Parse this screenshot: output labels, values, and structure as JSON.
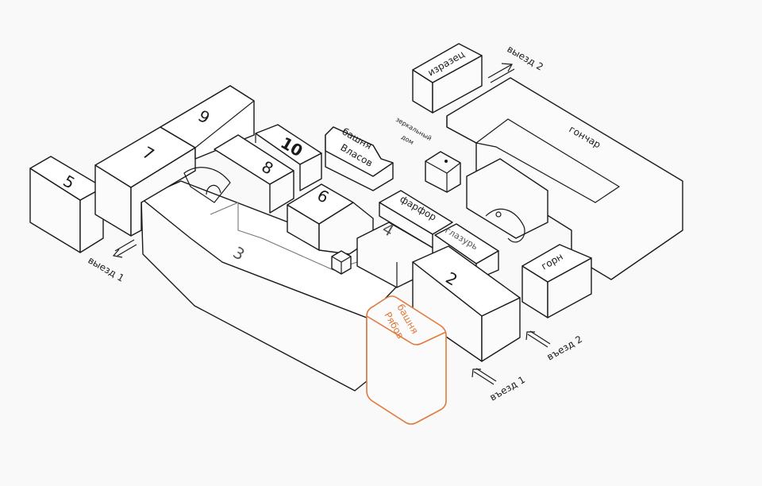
{
  "buildings": {
    "b5": "5",
    "b7": "7",
    "b9": "9",
    "b10": "10",
    "b8": "8",
    "b6": "6",
    "b4": "4",
    "b3": "3",
    "b2": "2",
    "vlasov_tower": [
      "башня",
      "Власов"
    ],
    "ryabov_tower": [
      "башня",
      "Рябов"
    ],
    "farfor": "фарфор",
    "glazur": "глазурь",
    "gorn": "горн",
    "gonchar": "гончар",
    "izrazets": "изразец",
    "mirror_house": [
      "зеркальный",
      "дом"
    ]
  },
  "gates": {
    "exit1": "выезд 1",
    "exit2": "выезд 2",
    "entry1": "въезд 1",
    "entry2": "въезд 2"
  },
  "colors": {
    "highlight": "#e07a3c",
    "line": "#1a1a1a"
  }
}
